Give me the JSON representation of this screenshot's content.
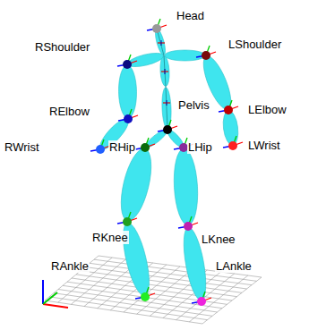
{
  "diagram": {
    "labels": [
      "Head",
      "RShoulder",
      "LShoulder",
      "RElbow",
      "Pelvis",
      "LElbow",
      "RWrist",
      "RHip",
      "LHip",
      "LWrist",
      "RKnee",
      "LKnee",
      "RAnkle",
      "LAnkle"
    ]
  }
}
